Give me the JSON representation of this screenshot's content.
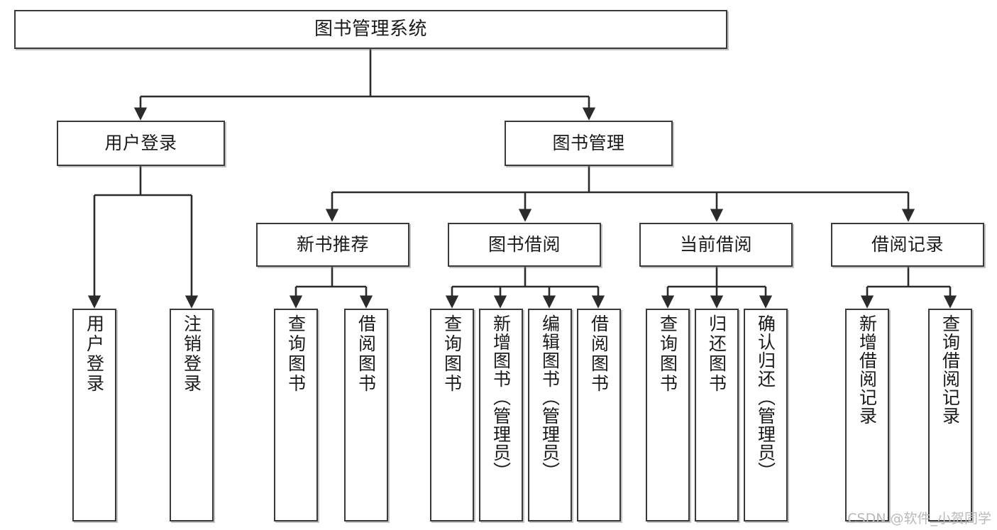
{
  "diagram": {
    "title": "图书管理系统",
    "type": "tree",
    "watermark": "CSDN @软件_小贺同学",
    "colors": {
      "node_border": "#3a3a3a",
      "node_fill": "#ffffff",
      "connector": "#2b2b2b",
      "text": "#1a1a1a",
      "watermark": "#b9b9b9"
    },
    "levels": [
      {
        "level": 1,
        "nodes": [
          {
            "id": "root",
            "label": "图书管理系统"
          }
        ]
      },
      {
        "level": 2,
        "nodes": [
          {
            "id": "user-login",
            "label": "用户登录",
            "parent": "root"
          },
          {
            "id": "book-manage",
            "label": "图书管理",
            "parent": "root"
          }
        ]
      },
      {
        "level": 3,
        "nodes": [
          {
            "id": "new-book-rec",
            "label": "新书推荐",
            "parent": "book-manage"
          },
          {
            "id": "book-borrow",
            "label": "图书借阅",
            "parent": "book-manage"
          },
          {
            "id": "current-borrow",
            "label": "当前借阅",
            "parent": "book-manage"
          },
          {
            "id": "borrow-record",
            "label": "借阅记录",
            "parent": "book-manage"
          }
        ]
      },
      {
        "level": 4,
        "nodes": [
          {
            "id": "leaf-user-login",
            "label": "用户登录",
            "parent": "user-login"
          },
          {
            "id": "leaf-logout",
            "label": "注销登录",
            "parent": "user-login"
          },
          {
            "id": "leaf-query-book-1",
            "label": "查询图书",
            "parent": "new-book-rec"
          },
          {
            "id": "leaf-borrow-book-1",
            "label": "借阅图书",
            "parent": "new-book-rec"
          },
          {
            "id": "leaf-query-book-2",
            "label": "查询图书",
            "parent": "book-borrow"
          },
          {
            "id": "leaf-add-book",
            "label": "新增图书（管理员）",
            "parent": "book-borrow"
          },
          {
            "id": "leaf-edit-book",
            "label": "编辑图书（管理员）",
            "parent": "book-borrow"
          },
          {
            "id": "leaf-borrow-book-2",
            "label": "借阅图书",
            "parent": "book-borrow"
          },
          {
            "id": "leaf-query-book-3",
            "label": "查询图书",
            "parent": "current-borrow"
          },
          {
            "id": "leaf-return-book",
            "label": "归还图书",
            "parent": "current-borrow"
          },
          {
            "id": "leaf-confirm-return",
            "label": "确认归还（管理员）",
            "parent": "current-borrow"
          },
          {
            "id": "leaf-add-record",
            "label": "新增借阅记录",
            "parent": "borrow-record"
          },
          {
            "id": "leaf-query-record",
            "label": "查询借阅记录",
            "parent": "borrow-record"
          }
        ]
      }
    ]
  }
}
